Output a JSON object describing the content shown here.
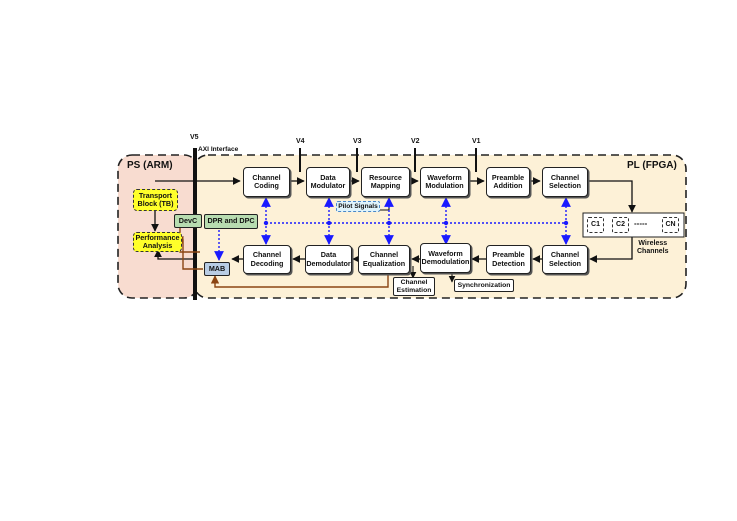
{
  "regions": {
    "ps": "PS (ARM)",
    "pl": "PL (FPGA)"
  },
  "voltage_taps": [
    "V5",
    "V4",
    "V3",
    "V2",
    "V1"
  ],
  "axi_label": "AXI Interface",
  "ps_blocks": {
    "transport_block": "Transport\nBlock (TB)",
    "performance_analysis": "Performance\nAnalysis"
  },
  "control_blocks": {
    "devc": "DevC",
    "dpr_dpc": "DPR and DPC",
    "mab": "MAB",
    "pilot_signals": "Pilot Signals"
  },
  "tx_chain": [
    "Channel\nCoding",
    "Data\nModulator",
    "Resource\nMapping",
    "Waveform\nModulation",
    "Preamble\nAddition",
    "Channel\nSelection"
  ],
  "rx_chain": [
    "Channel\nDecoding",
    "Data\nDemodulator",
    "Channel\nEqualization",
    "Waveform\nDemodulation",
    "Preamble\nDetection",
    "Channel\nSelection"
  ],
  "aux_blocks": {
    "channel_estimation": "Channel\nEstimation",
    "synchronization": "Synchronization"
  },
  "wireless": {
    "channels": [
      "C1",
      "C2",
      "CN"
    ],
    "dashes": "-----",
    "label": "Wireless\nChannels"
  },
  "colors": {
    "ps_fill": "#f8dcd0",
    "pl_fill": "#fdf1d7",
    "transport_fill": "#ffff2a",
    "devc_fill": "#b7dcb0",
    "mab_fill": "#b8cce4",
    "pilot_fill": "#dff3fb",
    "control_link": "#1a1aff",
    "feedback_link": "#8b4513"
  }
}
